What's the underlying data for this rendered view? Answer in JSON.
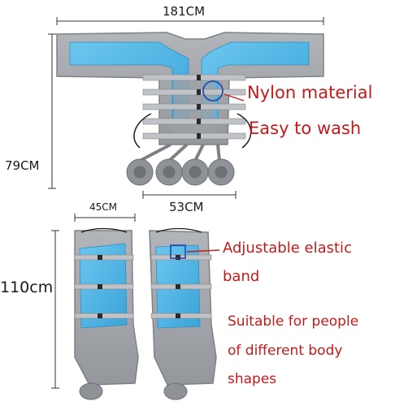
{
  "jacket": {
    "width_label": "181CM",
    "height_label": "79CM",
    "hose_label": "53CM"
  },
  "legs": {
    "width_label": "45CM",
    "height_label": "110cm"
  },
  "callouts": {
    "nylon": "Nylon material",
    "wash": "Easy to wash",
    "band_line1": "Adjustable elastic",
    "band_line2": "band",
    "suit_line1": "Suitable for people",
    "suit_line2": "of different body",
    "suit_line3": "shapes"
  },
  "colors": {
    "fabric_gray": "#a3a6ab",
    "panel_blue": "#4fb3e3",
    "callout_red": "#c41a1a"
  }
}
